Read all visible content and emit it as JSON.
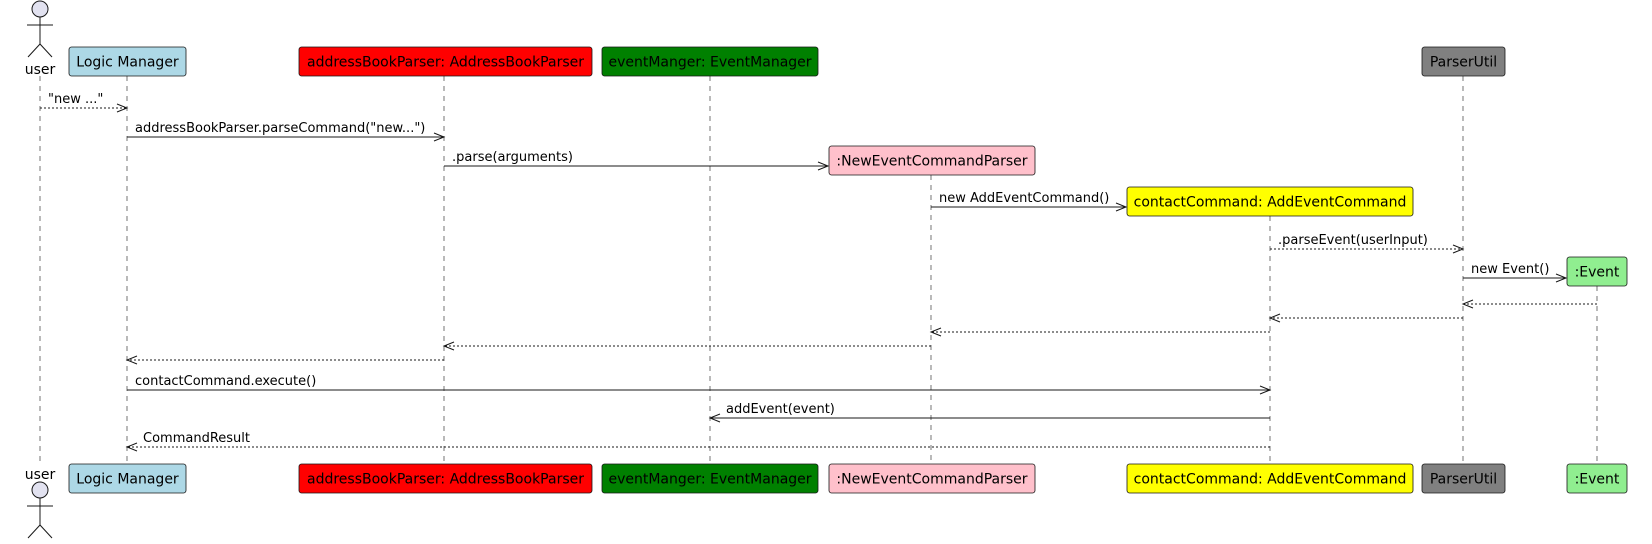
{
  "participants": [
    {
      "id": "user",
      "label": "user",
      "kind": "actor",
      "color": "#E2E2F0"
    },
    {
      "id": "logic",
      "label": "Logic Manager",
      "kind": "box",
      "color": "#ADD8E6"
    },
    {
      "id": "abp",
      "label": "addressBookParser: AddressBookParser",
      "kind": "box",
      "color": "#FF0000"
    },
    {
      "id": "em",
      "label": "eventManger: EventManager",
      "kind": "box",
      "color": "#008000"
    },
    {
      "id": "necp",
      "label": ":NewEventCommandParser",
      "kind": "box",
      "color": "#FFC0CB"
    },
    {
      "id": "cc",
      "label": "contactCommand: AddEventCommand",
      "kind": "box",
      "color": "#FFFF00"
    },
    {
      "id": "pu",
      "label": "ParserUtil",
      "kind": "box",
      "color": "#808080"
    },
    {
      "id": "ev",
      "label": ":Event",
      "kind": "box",
      "color": "#90EE90"
    }
  ],
  "messages": [
    {
      "from": "user",
      "to": "logic",
      "label": "\"new ...\"",
      "style": "dashed"
    },
    {
      "from": "logic",
      "to": "abp",
      "label": "addressBookParser.parseCommand(\"new...\")",
      "style": "solid"
    },
    {
      "from": "abp",
      "to": "necp",
      "label": ".parse(arguments)",
      "style": "solid",
      "creates": true
    },
    {
      "from": "necp",
      "to": "cc",
      "label": "new AddEventCommand()",
      "style": "solid",
      "creates": true
    },
    {
      "from": "cc",
      "to": "pu",
      "label": ".parseEvent(userInput)",
      "style": "dashed"
    },
    {
      "from": "pu",
      "to": "ev",
      "label": "new Event()",
      "style": "solid",
      "creates": true
    },
    {
      "from": "ev",
      "to": "pu",
      "label": "",
      "style": "dashed"
    },
    {
      "from": "pu",
      "to": "cc",
      "label": "",
      "style": "dashed"
    },
    {
      "from": "cc",
      "to": "necp",
      "label": "",
      "style": "dashed"
    },
    {
      "from": "necp",
      "to": "abp",
      "label": "",
      "style": "dashed"
    },
    {
      "from": "abp",
      "to": "logic",
      "label": "",
      "style": "dashed"
    },
    {
      "from": "logic",
      "to": "cc",
      "label": "contactCommand.execute()",
      "style": "solid"
    },
    {
      "from": "cc",
      "to": "em",
      "label": "addEvent(event)",
      "style": "solid"
    },
    {
      "from": "cc",
      "to": "logic",
      "label": "CommandResult",
      "style": "dashed"
    }
  ]
}
